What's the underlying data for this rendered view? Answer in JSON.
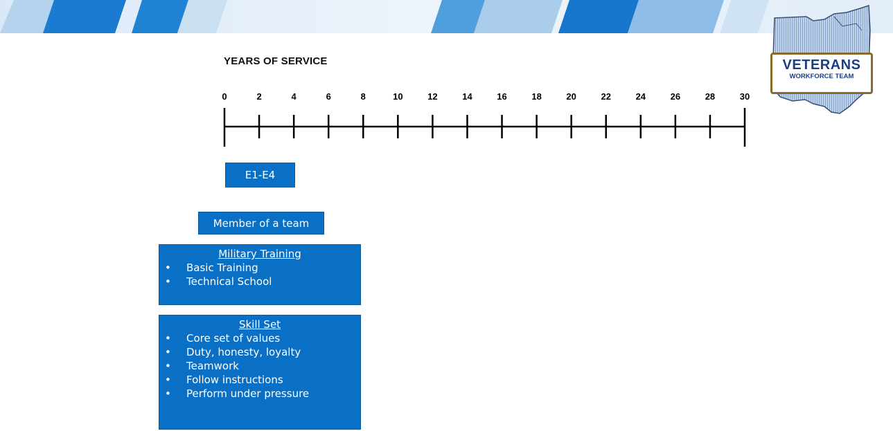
{
  "heading": "YEARS OF SERVICE",
  "timeline": {
    "ticks": [
      0,
      2,
      4,
      6,
      8,
      10,
      12,
      14,
      16,
      18,
      20,
      22,
      24,
      26,
      28,
      30
    ],
    "min": 0,
    "max": 30
  },
  "logo": {
    "line1": "VETERANS",
    "line2": "WORKFORCE TEAM"
  },
  "rank_box": {
    "label": "E1-E4"
  },
  "role_box": {
    "label": "Member of a team"
  },
  "training_box": {
    "title": "Military Training",
    "items": [
      "Basic Training",
      "Technical School"
    ]
  },
  "skills_box": {
    "title": "Skill Set",
    "items": [
      "Core set of values",
      "Duty, honesty, loyalty",
      "Teamwork",
      "Follow instructions",
      "Perform under pressure"
    ]
  },
  "colors": {
    "box_fill": "#0a70c6",
    "banner_light": "#bcd9ee",
    "banner_dark": "#1f7fd0",
    "logo_map_fill": "#b9cde6"
  }
}
